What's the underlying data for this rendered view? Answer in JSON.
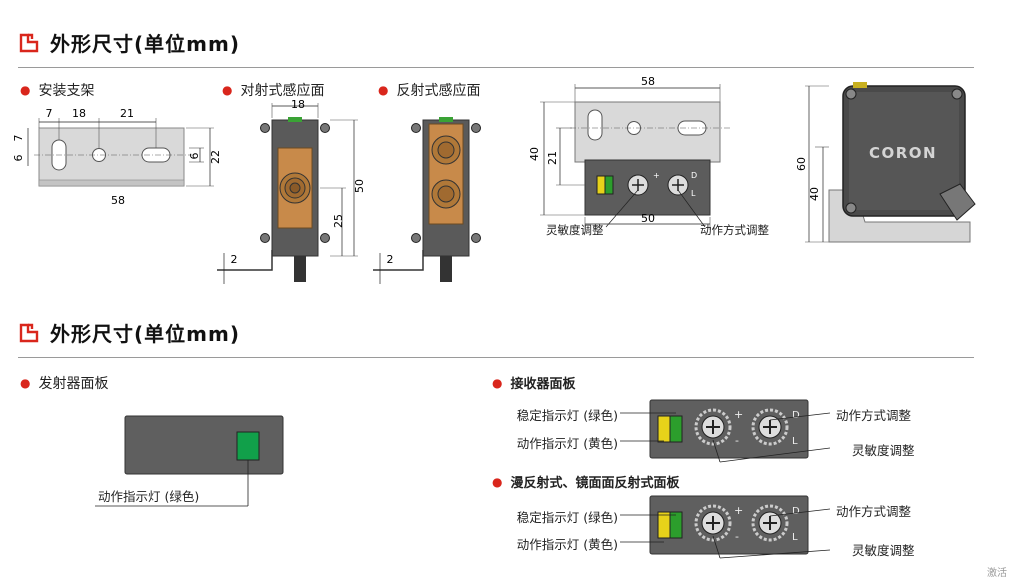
{
  "section1": {
    "title": "外形尺寸(单位mm)"
  },
  "section2": {
    "title": "外形尺寸(单位mm)"
  },
  "labels": {
    "bracket": "安装支架",
    "thrubeam": "对射式感应面",
    "reflective": "反射式感应面",
    "transmitter_panel": "发射器面板",
    "receiver_panel": "接收器面板",
    "diffuse_panel": "漫反射式、镜面面反射式面板"
  },
  "bracket_dims": {
    "d7a": "7",
    "d18": "18",
    "d21": "21",
    "d7b": "7",
    "d6a": "6",
    "d6b": "6",
    "d22": "22",
    "d58": "58"
  },
  "thrubeam_dims": {
    "d18": "18",
    "d50": "50",
    "d25": "25",
    "d2": "2"
  },
  "reflective_dims": {
    "d2": "2"
  },
  "body_dims": {
    "d58": "58",
    "d40": "40",
    "d21": "21",
    "d50": "50"
  },
  "side_dims": {
    "d60": "60",
    "d40": "40"
  },
  "brand": "CORON",
  "callouts": {
    "sensitivity": "灵敏度调整",
    "mode": "动作方式调整",
    "green_led": "稳定指示灯 (绿色)",
    "yellow_led": "动作指示灯 (黄色)",
    "tx_led": "动作指示灯 (绿色)",
    "mode_panel": "动作方式调整",
    "sens_panel": "灵敏度调整"
  },
  "pot_marks": {
    "plus": "+",
    "minus": "-",
    "L": "L",
    "D": "D"
  },
  "watermark": "激活"
}
